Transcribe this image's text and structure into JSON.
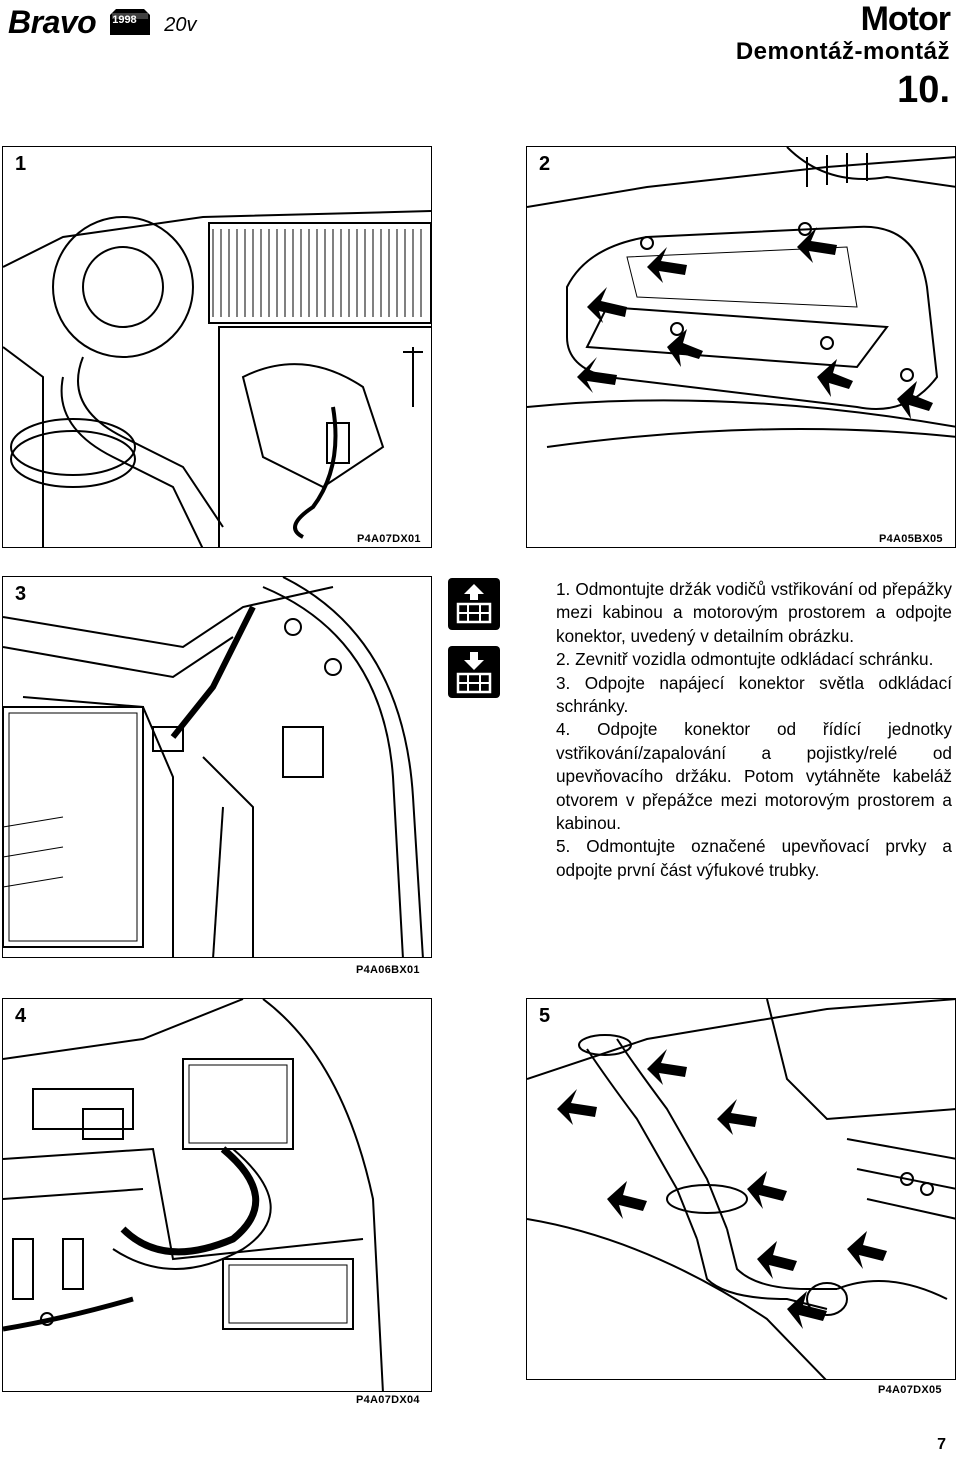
{
  "header": {
    "brand": "Bravo",
    "year": "1998",
    "engine": "20v",
    "section": "Motor",
    "subsection": "Demontáž-montáž",
    "page_section": "10."
  },
  "figures": [
    {
      "number": "1",
      "code": "P4A07DX01"
    },
    {
      "number": "2",
      "code": "P4A05BX05"
    },
    {
      "number": "3",
      "code": "P4A06BX01"
    },
    {
      "number": "4",
      "code": "P4A07DX04"
    },
    {
      "number": "5",
      "code": "P4A07DX05"
    }
  ],
  "side_icons": [
    "remove-component-icon",
    "install-component-icon"
  ],
  "steps": [
    "1. Odmontujte držák vodičů vstřikování od přepážky mezi kabinou a motorovým prostorem a odpojte konektor, uvedený v detailním obrázku.",
    "2. Zevnitř vozidla odmontujte odkládací schránku.",
    "3. Odpojte napájecí konektor světla odkládací schránky.",
    "4. Odpojte konektor od řídící jednotky vstřikování/zapalování a pojistky/relé od upevňovacího držáku. Potom vytáhněte kabeláž otvorem v přepážce mezi motorovým prostorem a kabinou.",
    "5. Odmontujte označené upevňovací prvky a odpojte první část výfukové trubky."
  ],
  "page_number": "7"
}
